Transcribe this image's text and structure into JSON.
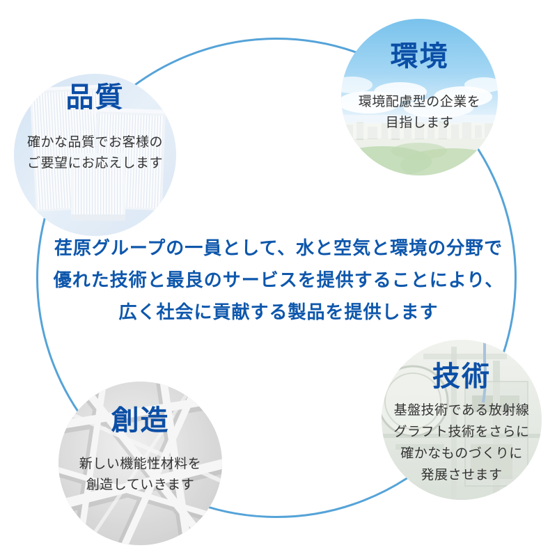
{
  "colors": {
    "ring": "#55a3d8",
    "title_blue": "#0b4ea6",
    "statement_blue": "#0e57ac",
    "body_text": "#333333",
    "page_background": "#ffffff"
  },
  "center_statement": {
    "lines": [
      "荏原グループの一員として、水と空気と環境の分野で",
      "優れた技術と最良のサービスを提供することにより、",
      "広く社会に貢献する製品を提供します"
    ]
  },
  "bubbles": [
    {
      "id": "quality",
      "title": "品質",
      "lines": [
        "確かな品質でお客様の",
        "ご要望にお応えします"
      ],
      "photo": "air-filter-products-photo"
    },
    {
      "id": "environment",
      "title": "環境",
      "lines": [
        "環境配慮型の企業を",
        "目指します"
      ],
      "photo": "sky-and-cityscape-photo"
    },
    {
      "id": "creation",
      "title": "創造",
      "lines": [
        "新しい機能性材料を",
        "創造していきます"
      ],
      "photo": "nonwoven-fiber-micrograph-photo"
    },
    {
      "id": "technology",
      "title": "技術",
      "lines": [
        "基盤技術である放射線",
        "グラフト技術をさらに",
        "確かなものづくりに",
        "発展させます"
      ],
      "photo": "industrial-equipment-photo"
    }
  ]
}
